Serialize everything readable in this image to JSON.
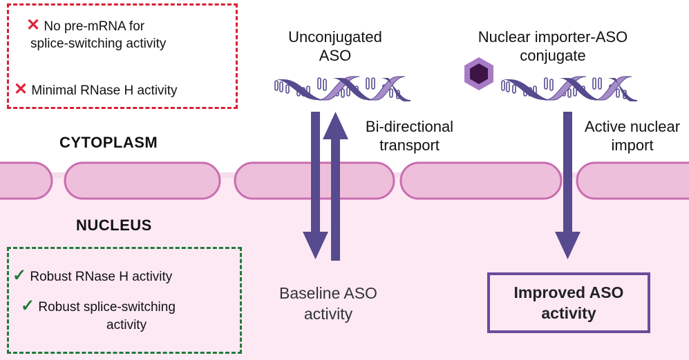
{
  "regions": {
    "cytoplasm": "CYTOPLASM",
    "nucleus": "NUCLEUS"
  },
  "cytoplasm_box": {
    "items": [
      {
        "icon": "cross-icon",
        "line1": "No pre-mRNA for",
        "line2": "splice-switching activity"
      },
      {
        "icon": "cross-icon",
        "line1": "Minimal RNase H activity"
      }
    ]
  },
  "nucleus_box": {
    "items": [
      {
        "icon": "check-icon",
        "line1": "Robust RNase H activity"
      },
      {
        "icon": "check-icon",
        "line1": "Robust splice-switching",
        "line2": "activity"
      }
    ]
  },
  "unconjugated": {
    "title_line1": "Unconjugated",
    "title_line2": "ASO",
    "transport_line1": "Bi-directional",
    "transport_line2": "transport",
    "outcome_line1": "Baseline ASO",
    "outcome_line2": "activity"
  },
  "conjugate": {
    "title_line1": "Nuclear importer-ASO",
    "title_line2": "conjugate",
    "transport_line1": "Active nuclear",
    "transport_line2": "import",
    "outcome_line1": "Improved ASO",
    "outcome_line2": "activity"
  },
  "glyphs": {
    "cross": "✕",
    "check": "✓"
  },
  "colors": {
    "arrow": "#574a8e",
    "membrane_fill": "#edbfdb",
    "membrane_stroke": "#c96db0",
    "nucleus_bg": "#fde9f3",
    "red_dash": "#d71f33",
    "green_dash": "#1f7a3a",
    "helix_dark": "#574a8e",
    "helix_light": "#a68cc9",
    "hexagon_outer": "#a87bc5",
    "hexagon_inner": "#3c1446"
  }
}
